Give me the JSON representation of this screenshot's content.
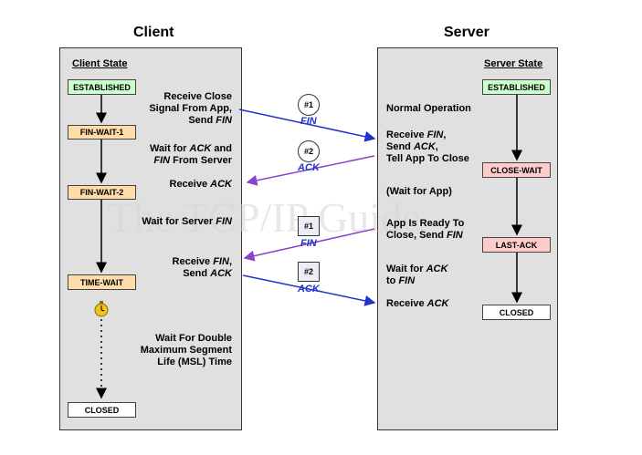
{
  "headers": {
    "client": "Client",
    "server": "Server"
  },
  "client": {
    "state_title": "Client State",
    "states": [
      "ESTABLISHED",
      "FIN-WAIT-1",
      "FIN-WAIT-2",
      "TIME-WAIT",
      "CLOSED"
    ],
    "events": [
      "Receive Close\nSignal From App,\nSend FIN",
      "Wait for ACK and\nFIN From Server",
      "Receive ACK",
      "Wait for Server FIN",
      "Receive FIN,\nSend ACK",
      "Wait For Double\nMaximum Segment\nLife (MSL) Time"
    ]
  },
  "server": {
    "state_title": "Server State",
    "states": [
      "ESTABLISHED",
      "CLOSE-WAIT",
      "LAST-ACK",
      "CLOSED"
    ],
    "events": [
      "Normal Operation",
      "Receive FIN,\nSend ACK,\nTell App To Close",
      "(Wait for App)",
      "App Is Ready To\nClose, Send FIN",
      "Wait for ACK\nto FIN",
      "Receive ACK"
    ]
  },
  "messages": [
    {
      "badge": "#1",
      "label": "FIN"
    },
    {
      "badge": "#2",
      "label": "ACK"
    },
    {
      "badge": "#1",
      "label": "FIN"
    },
    {
      "badge": "#2",
      "label": "ACK"
    }
  ],
  "watermark": "The TCP/IP Guide",
  "colors": {
    "panel": "#e0e0e0",
    "arrow_client": "#2233cc",
    "arrow_server": "#8844cc",
    "established": "#ccffcc",
    "wait": "#ffdcaa",
    "server_wait": "#ffcccc"
  }
}
